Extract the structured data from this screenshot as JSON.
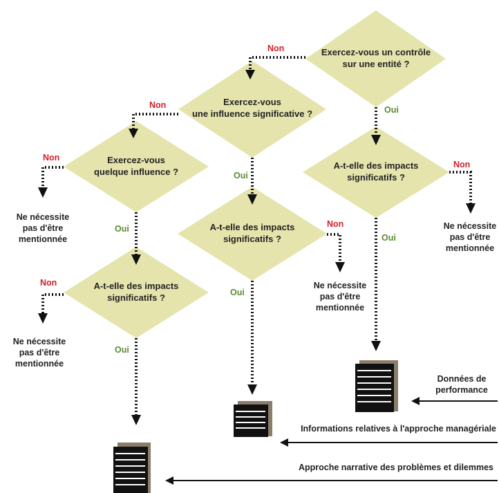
{
  "questions": {
    "control": [
      "Exercez-vous un contrôle",
      "sur une entité ?"
    ],
    "significant_influence": [
      "Exercez-vous",
      "une influence significative ?"
    ],
    "some_influence": [
      "Exercez-vous",
      "quelque influence ?"
    ],
    "impacts": [
      "A-t-elle des impacts",
      "significatifs ?"
    ]
  },
  "labels": {
    "no": "Non",
    "yes": "Oui"
  },
  "terminal": [
    "Ne nécessite",
    "pas d'être",
    "mentionnée"
  ],
  "sources": {
    "performance": [
      "Données de",
      "performance"
    ],
    "management": "Informations relatives à l'approche managériale",
    "narrative": "Approche narrative des problèmes et dilemmes"
  },
  "colors": {
    "diamond_fill": "#e6e4ad",
    "no_label": "#d31f2a",
    "yes_label": "#5b8a2e",
    "line": "#111111"
  },
  "icons": {
    "document": "document-icon"
  }
}
